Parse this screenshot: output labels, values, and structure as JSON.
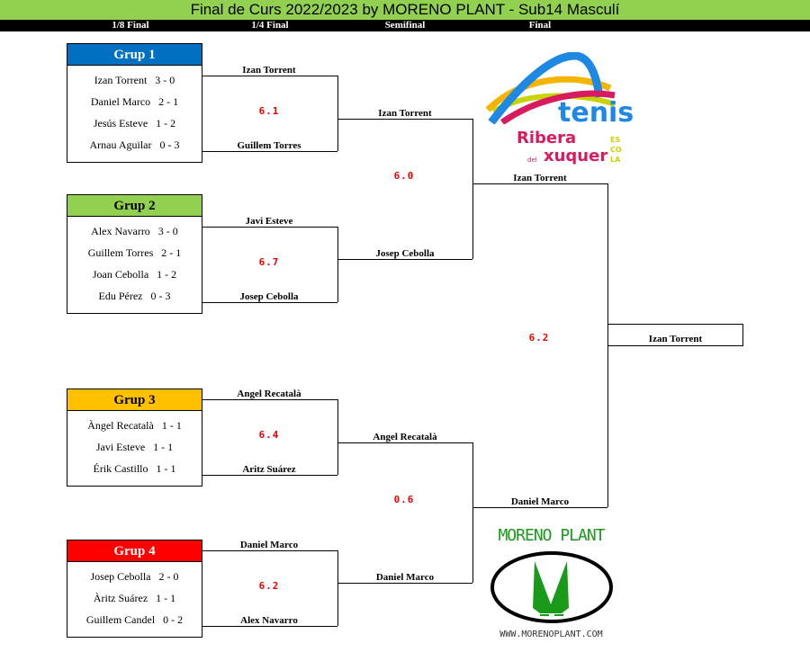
{
  "title": "Final de Curs 2022/2023 by MORENO PLANT - Sub14 Masculí",
  "phases": [
    "1/8 Final",
    "1/4 Final",
    "Semifinal",
    "Final"
  ],
  "groups": [
    {
      "name": "Grup 1",
      "color": "#0070c0",
      "text_color": "#ffffff",
      "rows": [
        "Izan Torrent   3 - 0",
        "Daniel Marco   2 - 1",
        "Jesús Esteve   1 - 2",
        "Arnau Aguilar   0 - 3"
      ]
    },
    {
      "name": "Grup 2",
      "color": "#92d050",
      "text_color": "#000000",
      "rows": [
        "Alex Navarro   3 - 0",
        "Guillem Torres   2 - 1",
        "Joan Cebolla   1 - 2",
        "Edu Pérez   0 - 3"
      ]
    },
    {
      "name": "Grup 3",
      "color": "#ffc000",
      "text_color": "#000000",
      "rows": [
        "Àngel Recatalà   1 - 1",
        "Javi Esteve   1 - 1",
        "Érik Castillo   1 - 1"
      ]
    },
    {
      "name": "Grup 4",
      "color": "#ff0000",
      "text_color": "#ffffff",
      "rows": [
        "Josep Cebolla   2 - 0",
        "Àritz Suárez   1 - 1",
        "Guillem Candel   0 - 2"
      ]
    }
  ],
  "quarters": [
    {
      "top": "Izan Torrent",
      "bottom": "Guillem Torres",
      "score": "6.1",
      "winner": "Izan Torrent"
    },
    {
      "top": "Javi Esteve",
      "bottom": "Josep Cebolla",
      "score": "6.7",
      "winner": "Josep Cebolla"
    },
    {
      "top": "Angel Recatalà",
      "bottom": "Aritz Suárez",
      "score": "6.4",
      "winner": "Angel Recatalà"
    },
    {
      "top": "Daniel Marco",
      "bottom": "Alex Navarro",
      "score": "6.2",
      "winner": "Daniel Marco"
    }
  ],
  "semis": [
    {
      "score": "6.0",
      "winner": "Izan Torrent"
    },
    {
      "score": "0.6",
      "winner": "Daniel Marco"
    }
  ],
  "final": {
    "score": "6.2",
    "champion": "Izan Torrent"
  },
  "logos": {
    "tenis": {
      "line1": "tenis",
      "line2": "Ribera",
      "line3": "xuquer",
      "del": "del",
      "escola": "ES CO LA"
    },
    "moreno": {
      "name": "MORENO PLANT",
      "url": "WWW.MORENOPLANT.COM"
    }
  }
}
